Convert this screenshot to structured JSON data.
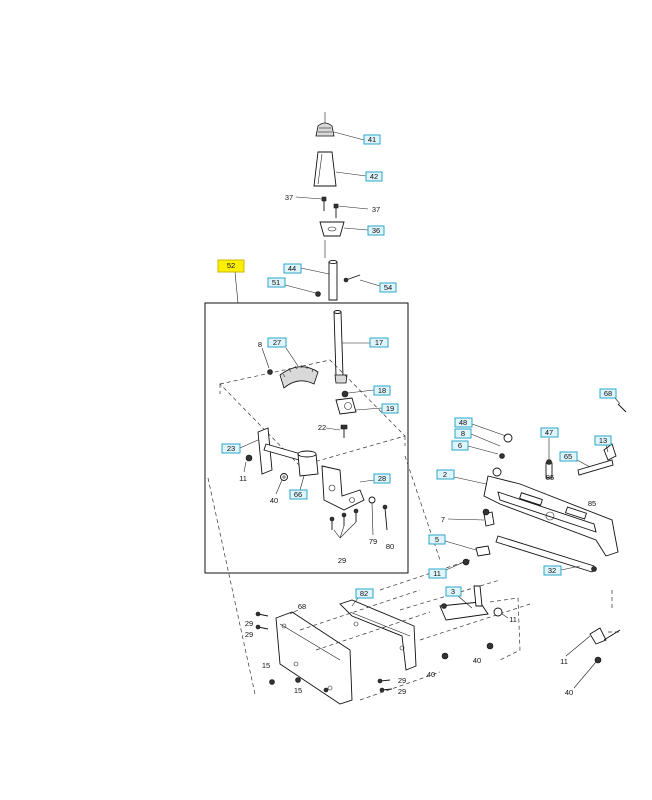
{
  "callouts": {
    "c41": "41",
    "c42": "42",
    "c37a": "37",
    "c37b": "37",
    "c36": "36",
    "c52": "52",
    "c44": "44",
    "c51": "51",
    "c54": "54",
    "c17": "17",
    "c27": "27",
    "c8a": "8",
    "c18": "18",
    "c19": "19",
    "c22": "22",
    "c23": "23",
    "c11a": "11",
    "c40a": "40",
    "c66": "66",
    "c28": "28",
    "c79": "79",
    "c80": "80",
    "c29a": "29",
    "c48": "48",
    "c8b": "8",
    "c6": "6",
    "c47": "47",
    "c65": "65",
    "c13": "13",
    "c68": "68",
    "c2": "2",
    "c85a": "85",
    "c85b": "85",
    "c7": "7",
    "c5": "5",
    "c11b": "11",
    "c32": "32",
    "c3": "3",
    "c11c": "11",
    "c40b": "40",
    "c40c": "40",
    "c11d": "11",
    "c40d": "40",
    "c82": "82",
    "c68b": "68",
    "c29b": "29",
    "c29c": "29",
    "c15a": "15",
    "c15b": "15",
    "c29d": "29",
    "c29e": "29"
  }
}
